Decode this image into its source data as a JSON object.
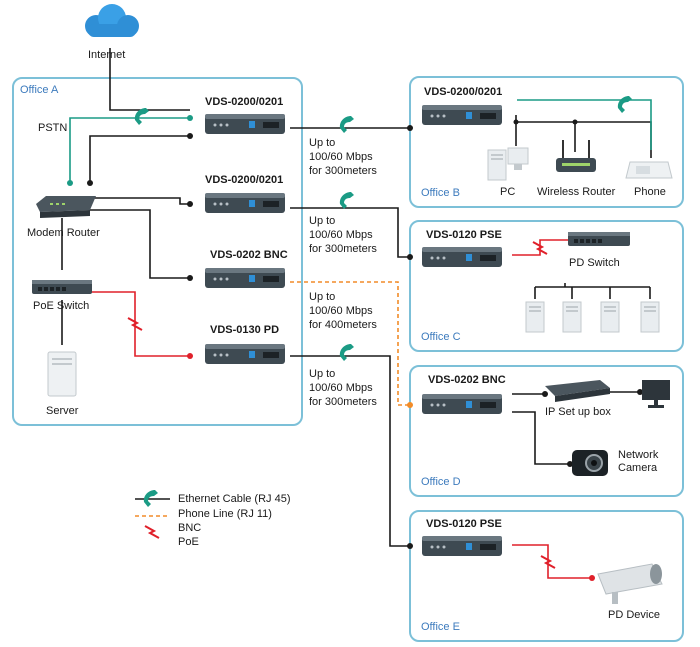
{
  "internet": "Internet",
  "pstn": "PSTN",
  "offices": {
    "a": "Office A",
    "b": "Office B",
    "c": "Office C",
    "d": "Office D",
    "e": "Office E"
  },
  "devices": {
    "vds_a1": "VDS-0200/0201",
    "vds_a2": "VDS-0200/0201",
    "vds_a3": "VDS-0202 BNC",
    "vds_a4": "VDS-0130 PD",
    "vds_b": "VDS-0200/0201",
    "vds_c": "VDS-0120 PSE",
    "vds_d": "VDS-0202 BNC",
    "vds_e": "VDS-0120 PSE"
  },
  "labels": {
    "modem_router": "Modem Router",
    "poe_switch": "PoE Switch",
    "server": "Server",
    "pc": "PC",
    "wireless_router": "Wireless Router",
    "phone": "Phone",
    "pd_switch": "PD Switch",
    "ip_setup_box": "IP Set up box",
    "network_camera": "Network\nCamera",
    "pd_device": "PD Device"
  },
  "speeds": [
    "Up to\n100/60 Mbps\nfor 300meters",
    "Up to\n100/60 Mbps\nfor 300meters",
    "Up to\n100/60 Mbps\nfor 400meters",
    "Up to\n100/60 Mbps\nfor 300meters"
  ],
  "legend": {
    "ethernet": "Ethernet Cable (RJ 45)",
    "phone": "Phone Line (RJ 11)",
    "bnc": "BNC",
    "poe": "PoE"
  },
  "colors": {
    "ethernet": "#1a1a1a",
    "phone": "#1b9b85",
    "bnc": "#f28c28",
    "poe": "#e0202a",
    "office_border": "#7cc0d8",
    "office_label": "#3d7bbd"
  }
}
